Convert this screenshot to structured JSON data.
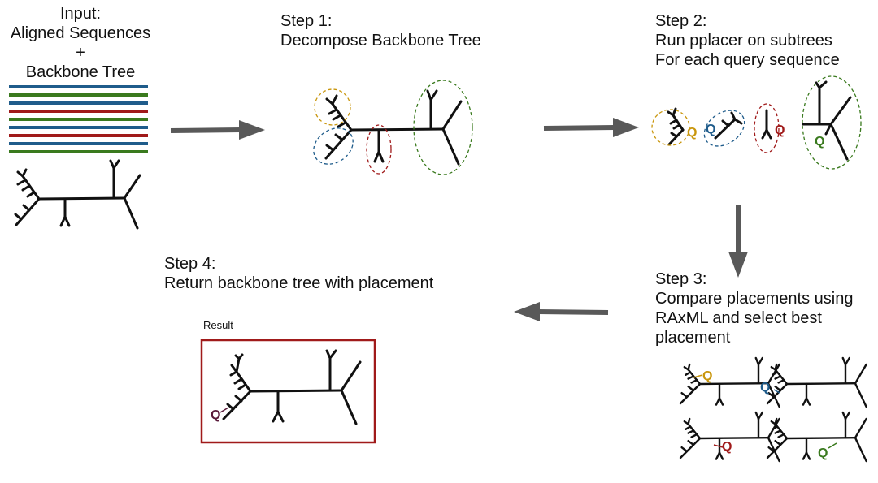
{
  "input": {
    "line1": "Input:",
    "line2": "Aligned Sequences",
    "line3": "+",
    "line4": "Backbone Tree"
  },
  "step1": {
    "title": "Step 1:",
    "text": "Decompose Backbone Tree"
  },
  "step2": {
    "title": "Step 2:",
    "line1": "Run pplacer on subtrees",
    "line2": "For each query sequence"
  },
  "step3": {
    "title": "Step 3:",
    "line1": "Compare placements using",
    "line2": "RAxML and select best",
    "line3": "placement"
  },
  "step4": {
    "title": "Step 4:",
    "text": "Return backbone tree with placement"
  },
  "result_label": "Result",
  "query_label": "Q",
  "colors": {
    "blue": "#1f5c8b",
    "green": "#3a7a1e",
    "red": "#a01a1a",
    "gold": "#c9960c",
    "darkred": "#8b0000",
    "plum": "#5a1a3a",
    "arrow": "#595959"
  }
}
